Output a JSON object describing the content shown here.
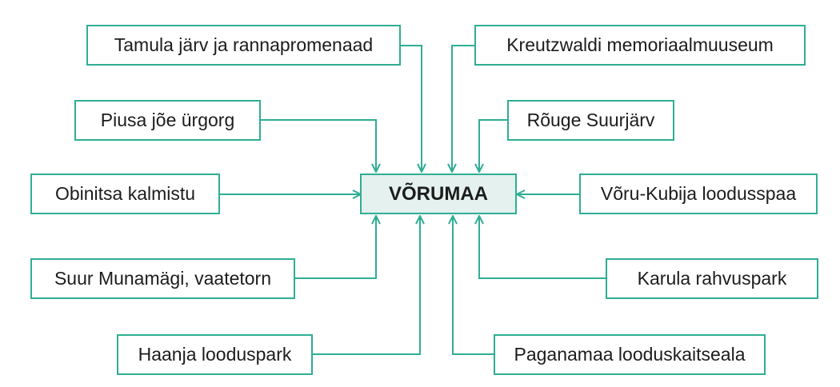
{
  "center": {
    "label": "VÕRUMAA"
  },
  "nodes": {
    "tamula": "Tamula järv ja rannapromenaad",
    "kreutzwaldi": "Kreutzwaldi memoriaalmuuseum",
    "piusa": "Piusa jõe ürgorg",
    "rouge": "Rõuge Suurjärv",
    "obinitsa": "Obinitsa kalmistu",
    "voru_kubija": "Võru-Kubija loodusspaa",
    "munamagi": "Suur Munamägi, vaatetorn",
    "karula": "Karula rahvuspark",
    "haanja": "Haanja looduspark",
    "paganamaa": "Paganamaa looduskaitseala"
  },
  "colors": {
    "accent": "#2fae93",
    "center_fill": "#e4f1ee",
    "text": "#1c1c1c"
  }
}
